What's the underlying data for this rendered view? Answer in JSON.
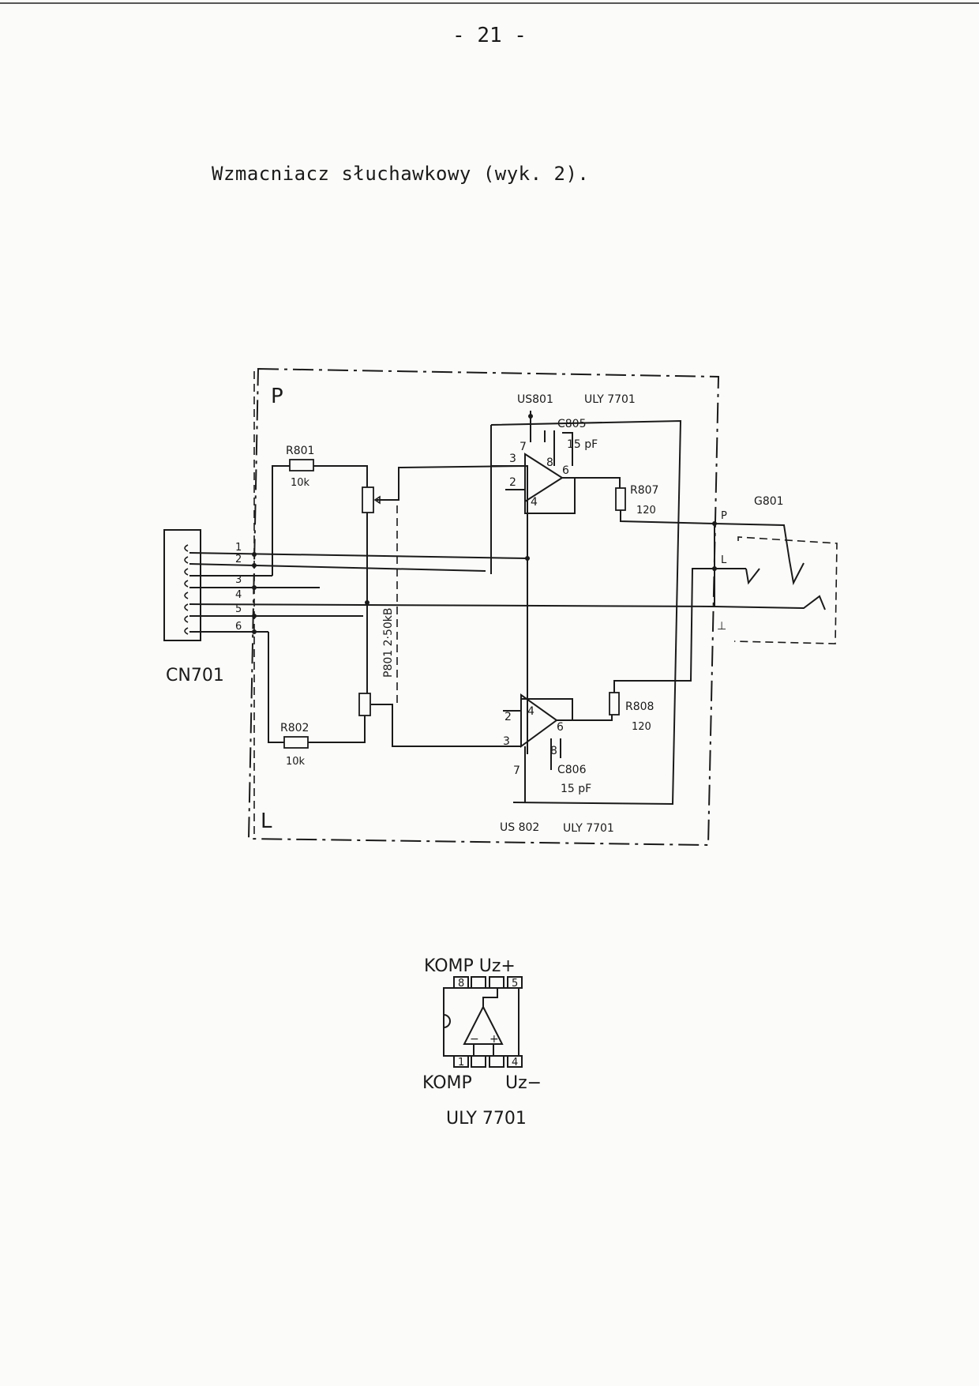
{
  "page_number": "- 21 -",
  "heading": "Wzmacniacz słuchawkowy (wyk. 2).",
  "schematic": {
    "channel_right": "P",
    "channel_left": "L",
    "ic_top": "US801",
    "ic_top_type": "ULY 7701",
    "ic_bottom": "US 802",
    "ic_bottom_type": "ULY 7701",
    "c805": "C805",
    "c805_value": "15 pF",
    "c806": "C806",
    "c806_value": "15 pF",
    "r801": "R801",
    "r801_value": "10k",
    "r802": "R802",
    "r802_value": "10k",
    "r807": "R807",
    "r807_value": "120",
    "r808": "R808",
    "r808_value": "120",
    "pot": "P801 2·50kB",
    "connector": "CN701",
    "jack": "G801",
    "jack_p": "P",
    "jack_l": "L",
    "jack_gnd": "⊥",
    "pins": [
      "1",
      "2",
      "3",
      "4",
      "5",
      "6"
    ],
    "op_pins_top": {
      "p7": "7",
      "p8": "8",
      "p3": "3",
      "p2": "2",
      "p6": "6",
      "p4": "4"
    },
    "op_pins_bottom": {
      "p2": "2",
      "p4": "4",
      "p3": "3",
      "p6": "6",
      "p8": "8",
      "p7": "7"
    }
  },
  "pinout": {
    "top_label": "KOMP Uz+",
    "pin_8": "8",
    "pin_5": "5",
    "pin_1": "1",
    "pin_4": "4",
    "minus": "−",
    "plus": "+",
    "bottom_left": "KOMP",
    "bottom_right": "Uz−",
    "title": "ULY 7701"
  }
}
